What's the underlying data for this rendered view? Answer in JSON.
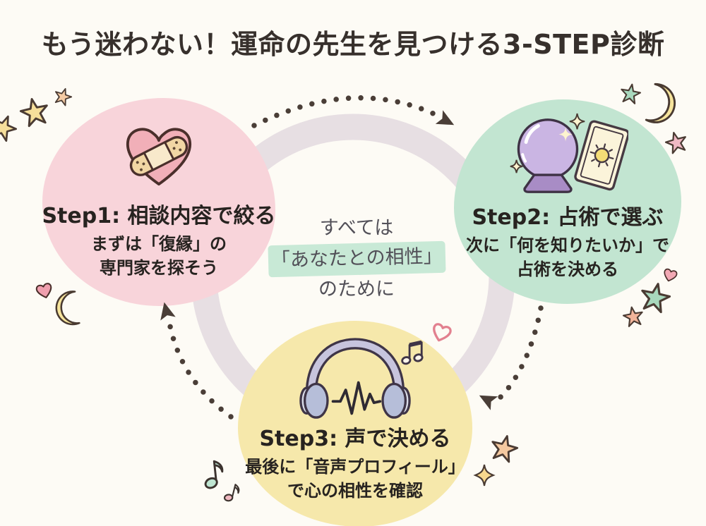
{
  "title": "もう迷わない！運命の先生を見つける3-STEP診断",
  "steps": [
    {
      "heading": "Step1: 相談内容で絞る",
      "desc_line1": "まずは「復縁」の",
      "desc_line2": "専門家を探そう",
      "icon": "bandaged-heart-icon",
      "blob_color": "#f8d4da"
    },
    {
      "heading": "Step2: 占術で選ぶ",
      "desc_line1": "次に「何を知りたいか」で",
      "desc_line2": "占術を決める",
      "icon": "crystal-ball-tarot-icon",
      "blob_color": "#c2e5d1"
    },
    {
      "heading": "Step3: 声で決める",
      "desc_line1": "最後に「音声プロフィール」",
      "desc_line2": "で心の相性を確認",
      "icon": "headphones-icon",
      "blob_color": "#f6e8ab"
    }
  ],
  "center": {
    "line1": "すべては",
    "line2": "「あなたとの相性」",
    "line3": "のために",
    "highlight_color": "#c8e9d6"
  },
  "flow": {
    "shape": "circular cycle Step1 → Step2 → Step3 → Step1",
    "ring_color": "#e7dfe3",
    "arrow_color": "#4a3e37"
  },
  "colors": {
    "background": "#fdfbf5",
    "title_text": "#37302c",
    "step_text": "#272320",
    "center_text": "#525058"
  },
  "decorations": [
    {
      "type": "star",
      "color": "#f6df9b",
      "area": "top-left"
    },
    {
      "type": "star",
      "color": "#f5cba4",
      "area": "top-left"
    },
    {
      "type": "star",
      "color": "#f6df9b",
      "area": "left-edge"
    },
    {
      "type": "heart",
      "color": "#ef9fae",
      "area": "left-mid"
    },
    {
      "type": "crescent-moon",
      "color": "#f6e49c",
      "area": "left-mid"
    },
    {
      "type": "star",
      "color": "#a8d8bd",
      "area": "top-right"
    },
    {
      "type": "crescent-moon",
      "color": "#f6e49c",
      "area": "top-right"
    },
    {
      "type": "star",
      "color": "#f0b9c4",
      "area": "top-right"
    },
    {
      "type": "heart",
      "color": "#f2a8b4",
      "area": "right-mid"
    },
    {
      "type": "star",
      "color": "#a8d8bd",
      "area": "right-mid"
    },
    {
      "type": "star",
      "color": "#f2b49a",
      "area": "right-mid"
    },
    {
      "type": "heart-outline",
      "color": "#e2808f",
      "area": "center-right"
    },
    {
      "type": "music-note",
      "color": "#bfe6d2",
      "area": "bottom-left"
    },
    {
      "type": "music-note",
      "color": "#f0b8c0",
      "area": "bottom-left"
    },
    {
      "type": "star",
      "color": "#f5c9a0",
      "area": "bottom-right"
    },
    {
      "type": "sparkle",
      "color": "#f8d88e",
      "area": "bottom-right"
    }
  ]
}
